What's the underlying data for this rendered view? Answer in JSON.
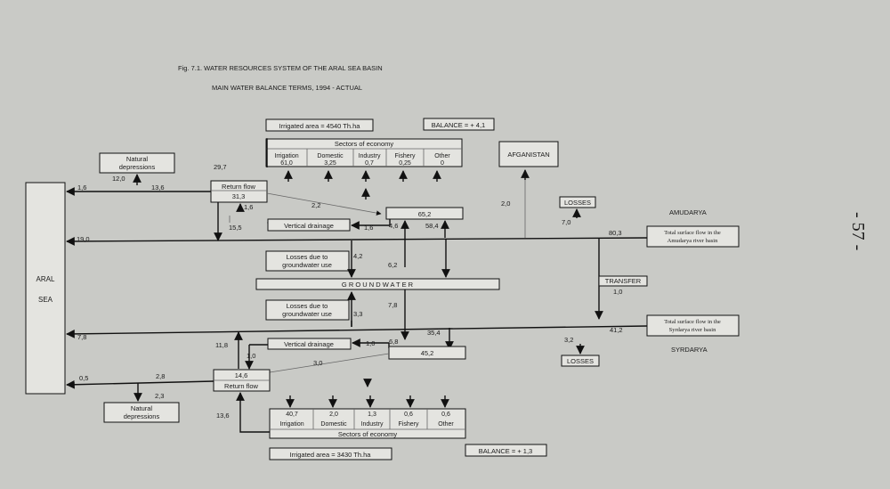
{
  "header": {
    "title": "Fig. 7.1. WATER RESOURCES SYSTEM OF THE ARAL SEA BASIN",
    "subtitle": "MAIN WATER BALANCE TERMS, 1994 - ACTUAL"
  },
  "page_number": "- 57 -",
  "sea": {
    "line1": "ARAL",
    "line2": "SEA"
  },
  "top": {
    "irrigated_area": "Irrigated area = 4540 Th.ha",
    "balance": "BALANCE = + 4,1",
    "sectors_title": "Sectors of economy",
    "sectors": [
      {
        "name": "Irrigation",
        "value": "61,0"
      },
      {
        "name": "Domestic",
        "value": "3,25"
      },
      {
        "name": "Industry",
        "value": "0,7"
      },
      {
        "name": "Fishery",
        "value": "0,25"
      },
      {
        "name": "Other",
        "value": "0"
      }
    ],
    "natural_depressions_line1": "Natural",
    "natural_depressions_line2": "depressions",
    "return_flow_label": "Return flow",
    "return_flow_value": "31,3",
    "vertical_drainage": "Vertical drainage",
    "node_value": "65,2",
    "afganistan": "AFGANISTAN",
    "losses": "LOSSES",
    "river_label": "AMUDARYA",
    "source_line1": "Total surface flow in the",
    "source_line2": "Amudarya river basin"
  },
  "middle": {
    "losses_gw_line1": "Losses due to",
    "losses_gw_line2": "groundwater use",
    "groundwater": "G R O U N D W A T E R",
    "transfer_label": "TRANSFER",
    "transfer_value": "1,0"
  },
  "bottom": {
    "irrigated_area": "Irrigated area = 3430 Th.ha",
    "balance": "BALANCE = + 1,3",
    "sectors_title": "Sectors of economy",
    "sectors": [
      {
        "name": "Irrigation",
        "value": "40,7"
      },
      {
        "name": "Domestic",
        "value": "2,0"
      },
      {
        "name": "Industry",
        "value": "1,3"
      },
      {
        "name": "Fishery",
        "value": "0,6"
      },
      {
        "name": "Other",
        "value": "0,6"
      }
    ],
    "natural_depressions_line1": "Natural",
    "natural_depressions_line2": "depressions",
    "return_flow_label": "Return flow",
    "return_flow_value": "14,6",
    "vertical_drainage": "Vertical drainage",
    "node_value": "45,2",
    "losses": "LOSSES",
    "river_label": "SYRDARYA",
    "source_line1": "Total surface flow in the",
    "source_line2": "Syrdarya river basin"
  },
  "flows": {
    "t_12_0": "12,0",
    "t_29_7": "29,7",
    "t_1_6a": "1,6",
    "t_13_6a": "13,6",
    "t_1_6b": "1,6",
    "t_2_2": "2,2",
    "t_15_5": "15,5",
    "t_1_6c": "1,6",
    "t_4_6": "4,6",
    "t_58_4": "58,4",
    "t_2_0": "2,0",
    "t_7_0": "7,0",
    "t_19_0": "19,0",
    "t_80_3": "80,3",
    "t_4_2": "4,2",
    "t_6_2": "6,2",
    "t_7_8a": "7,8",
    "t_3_3": "3,3",
    "t_7_8b": "7,8",
    "t_41_2": "41,2",
    "t_35_4": "35,4",
    "t_11_8": "11,8",
    "t_1_0a": "1,0",
    "t_6_8": "6,8",
    "t_1_0b": "1,0",
    "t_3_0": "3,0",
    "t_3_2": "3,2",
    "t_0_5": "0,5",
    "t_2_8": "2,8",
    "t_2_3": "2,3",
    "t_13_6b": "13,6"
  }
}
